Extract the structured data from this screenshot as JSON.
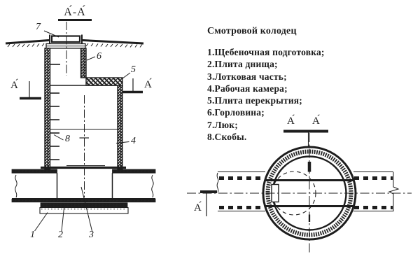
{
  "title": "Смотровой колодец",
  "legend": [
    "1.Щебеночная подготовка;",
    "2.Плита днища;",
    "3.Лотковая часть;",
    "4.Рабочая камера;",
    "5.Плита перекрытия;",
    "6.Горловина;",
    "7.Люк;",
    "8.Скобы."
  ],
  "section_view": {
    "label": "А́-А́",
    "marker_left": "А́",
    "marker_right": "А́",
    "callouts": [
      "1",
      "2",
      "3",
      "4",
      "5",
      "6",
      "7",
      "8"
    ]
  },
  "plan_view": {
    "marker_top_1": "А́",
    "marker_top_2": "А́",
    "marker_left": "А́"
  },
  "colors": {
    "ink": "#1d1d1d",
    "paper": "#ffffff"
  }
}
